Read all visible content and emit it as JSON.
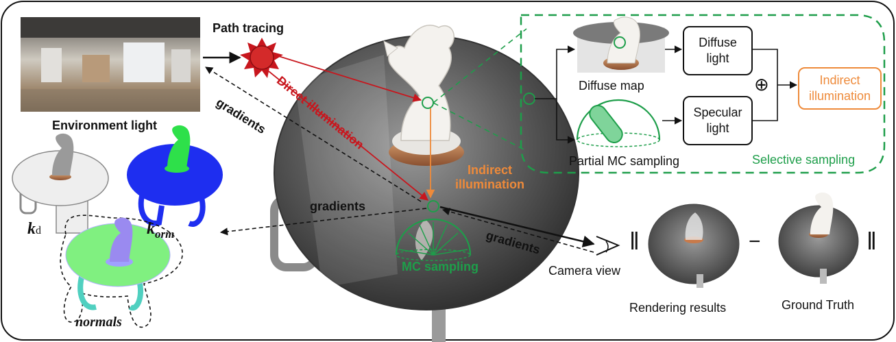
{
  "labels": {
    "path_tracing": "Path tracing",
    "environment_light": "Environment light",
    "direct_illumination": "Direct illumination",
    "gradients_left": "gradients",
    "gradients_center": "gradients",
    "gradients_bottom": "gradients",
    "indirect_illumination_center": "Indirect\nillumination",
    "mc_sampling": "MC sampling",
    "camera_view": "Camera view",
    "kd_symbol": "k",
    "kd_subscript": "d",
    "korm_symbol": "k",
    "korm_subscript": "orm",
    "normals": "normals",
    "diffuse_map": "Diffuse map",
    "partial_mc_sampling": "Partial MC sampling",
    "selective_sampling": "Selective sampling",
    "rendering_results": "Rendering results",
    "ground_truth": "Ground Truth",
    "oplus": "⊕",
    "minus": "−",
    "norm_left": "‖",
    "norm_right": "‖"
  },
  "boxes": {
    "diffuse_light": "Diffuse\nlight",
    "specular_light": "Specular\nlight",
    "indirect_illumination": "Indirect\nillumination"
  },
  "colors": {
    "path_red": "#c8161d",
    "indirect_orange": "#ee8a3a",
    "sampling_green": "#1e9e4a",
    "diffuse_map_bg": "#e4e4e4",
    "kd_gray": "#eeeeee",
    "korm_blue": "#1e2ef0",
    "normals_green": "#80f080"
  },
  "icons": [
    "sun-icon",
    "eye-icon",
    "hemisphere-icon",
    "plus-circle-icon"
  ]
}
